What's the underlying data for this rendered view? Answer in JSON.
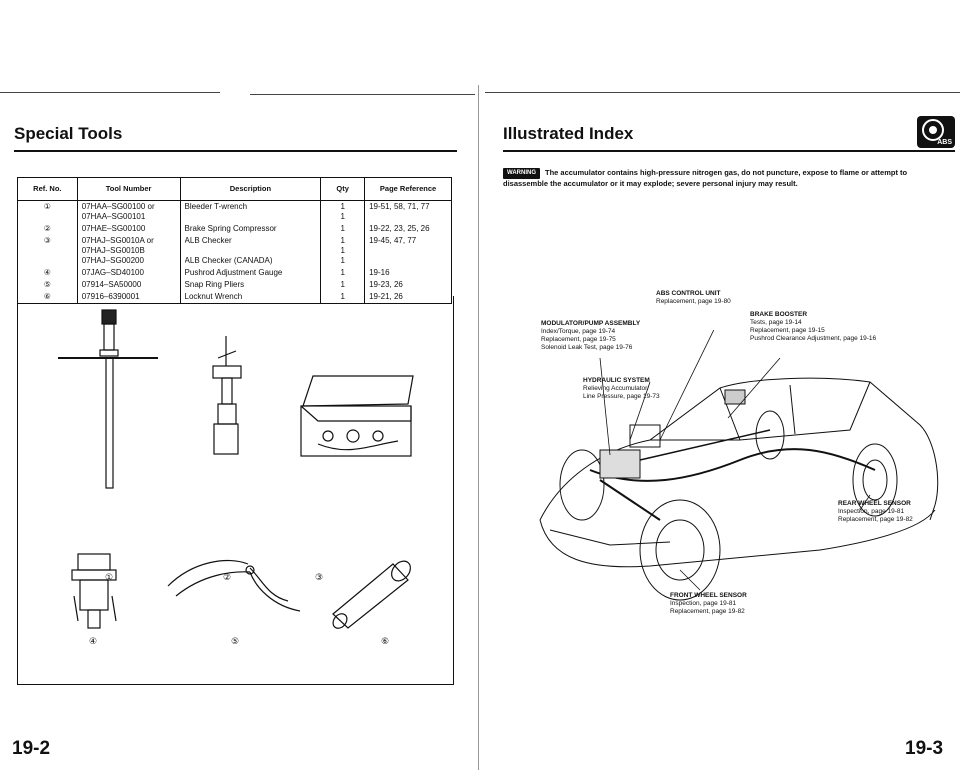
{
  "left_page": {
    "title": "Special Tools",
    "page_number": "19-2",
    "table": {
      "headers": [
        "Ref. No.",
        "Tool Number",
        "Description",
        "Qty",
        "Page Reference"
      ],
      "rows": [
        {
          "ref": [
            "①"
          ],
          "tool": [
            "07HAA–SG00100 or",
            "07HAA–SG00101"
          ],
          "desc": [
            "Bleeder T-wrench",
            ""
          ],
          "qty": [
            "1",
            "1"
          ],
          "page": [
            "19-51, 58, 71, 77",
            ""
          ]
        },
        {
          "ref": [
            "②"
          ],
          "tool": [
            "07HAE–SG00100"
          ],
          "desc": [
            "Brake Spring Compressor"
          ],
          "qty": [
            "1"
          ],
          "page": [
            "19-22, 23, 25, 26"
          ]
        },
        {
          "ref": [
            "③"
          ],
          "tool": [
            "07HAJ–SG0010A or",
            "07HAJ–SG0010B",
            "07HAJ–SG00200"
          ],
          "desc": [
            "ALB Checker",
            "",
            "ALB Checker (CANADA)"
          ],
          "qty": [
            "1",
            "1",
            "1"
          ],
          "page": [
            "19-45, 47, 77",
            "",
            ""
          ]
        },
        {
          "ref": [
            "④"
          ],
          "tool": [
            "07JAG–SD40100"
          ],
          "desc": [
            "Pushrod Adjustment Gauge"
          ],
          "qty": [
            "1"
          ],
          "page": [
            "19-16"
          ]
        },
        {
          "ref": [
            "⑤"
          ],
          "tool": [
            "07914–SA50000"
          ],
          "desc": [
            "Snap Ring Pliers"
          ],
          "qty": [
            "1"
          ],
          "page": [
            "19-23, 26"
          ]
        },
        {
          "ref": [
            "⑥"
          ],
          "tool": [
            "07916–6390001"
          ],
          "desc": [
            "Locknut Wrench"
          ],
          "qty": [
            "1"
          ],
          "page": [
            "19-21, 26"
          ]
        }
      ]
    },
    "tool_callouts": [
      "①",
      "②",
      "③",
      "④",
      "⑤",
      "⑥"
    ]
  },
  "right_page": {
    "title": "Illustrated Index",
    "page_number": "19-3",
    "icon_label": "ABS",
    "warning_badge": "WARNING",
    "warning_text": "The accumulator contains high-pressure nitrogen gas, do not puncture, expose to flame or attempt to disassemble the accumulator or it may explode; severe personal injury may result.",
    "callouts": {
      "abs_unit": {
        "title": "ABS CONTROL UNIT",
        "lines": [
          "Replacement, page 19-80"
        ]
      },
      "modulator": {
        "title": "MODULATOR/PUMP ASSEMBLY",
        "lines": [
          "Index/Torque, page 19-74",
          "Replacement, page 19-75",
          "Solenoid Leak Test, page 19-76"
        ]
      },
      "booster": {
        "title": "BRAKE BOOSTER",
        "lines": [
          "Tests, page 19-14",
          "Replacement, page 19-15",
          "Pushrod Clearance Adjustment, page 19-16"
        ]
      },
      "hydraulic": {
        "title": "HYDRAULIC SYSTEM",
        "lines": [
          "Relieving Accumulator/",
          "Line Pressure, page 19-73"
        ]
      },
      "rear_sensor": {
        "title": "REAR WHEEL SENSOR",
        "lines": [
          "Inspection, page 19-81",
          "Replacement, page 19-82"
        ]
      },
      "front_sensor": {
        "title": "FRONT WHEEL SENSOR",
        "lines": [
          "Inspection, page 19-81",
          "Replacement, page 19-82"
        ]
      }
    }
  }
}
